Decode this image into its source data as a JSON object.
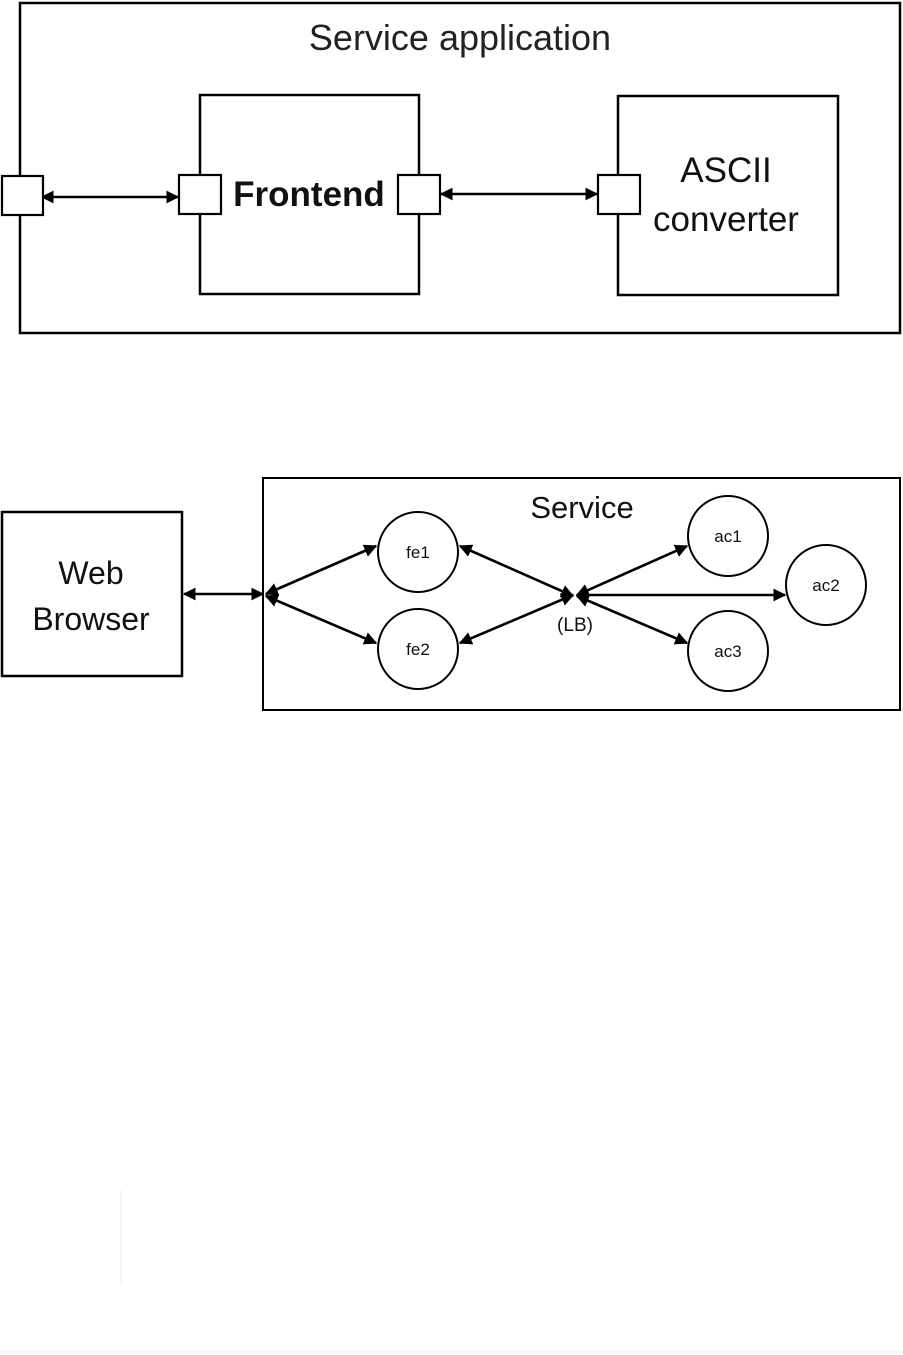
{
  "diagram1": {
    "container_title": "Service application",
    "frontend_label": "Frontend",
    "converter_label_line1": "ASCII",
    "converter_label_line2": "converter"
  },
  "diagram2": {
    "browser_line1": "Web",
    "browser_line2": "Browser",
    "service_title": "Service",
    "frontend_nodes": [
      "fe1",
      "fe2"
    ],
    "converter_nodes": [
      "ac1",
      "ac2",
      "ac3"
    ],
    "load_balancer_label": "(LB)"
  }
}
